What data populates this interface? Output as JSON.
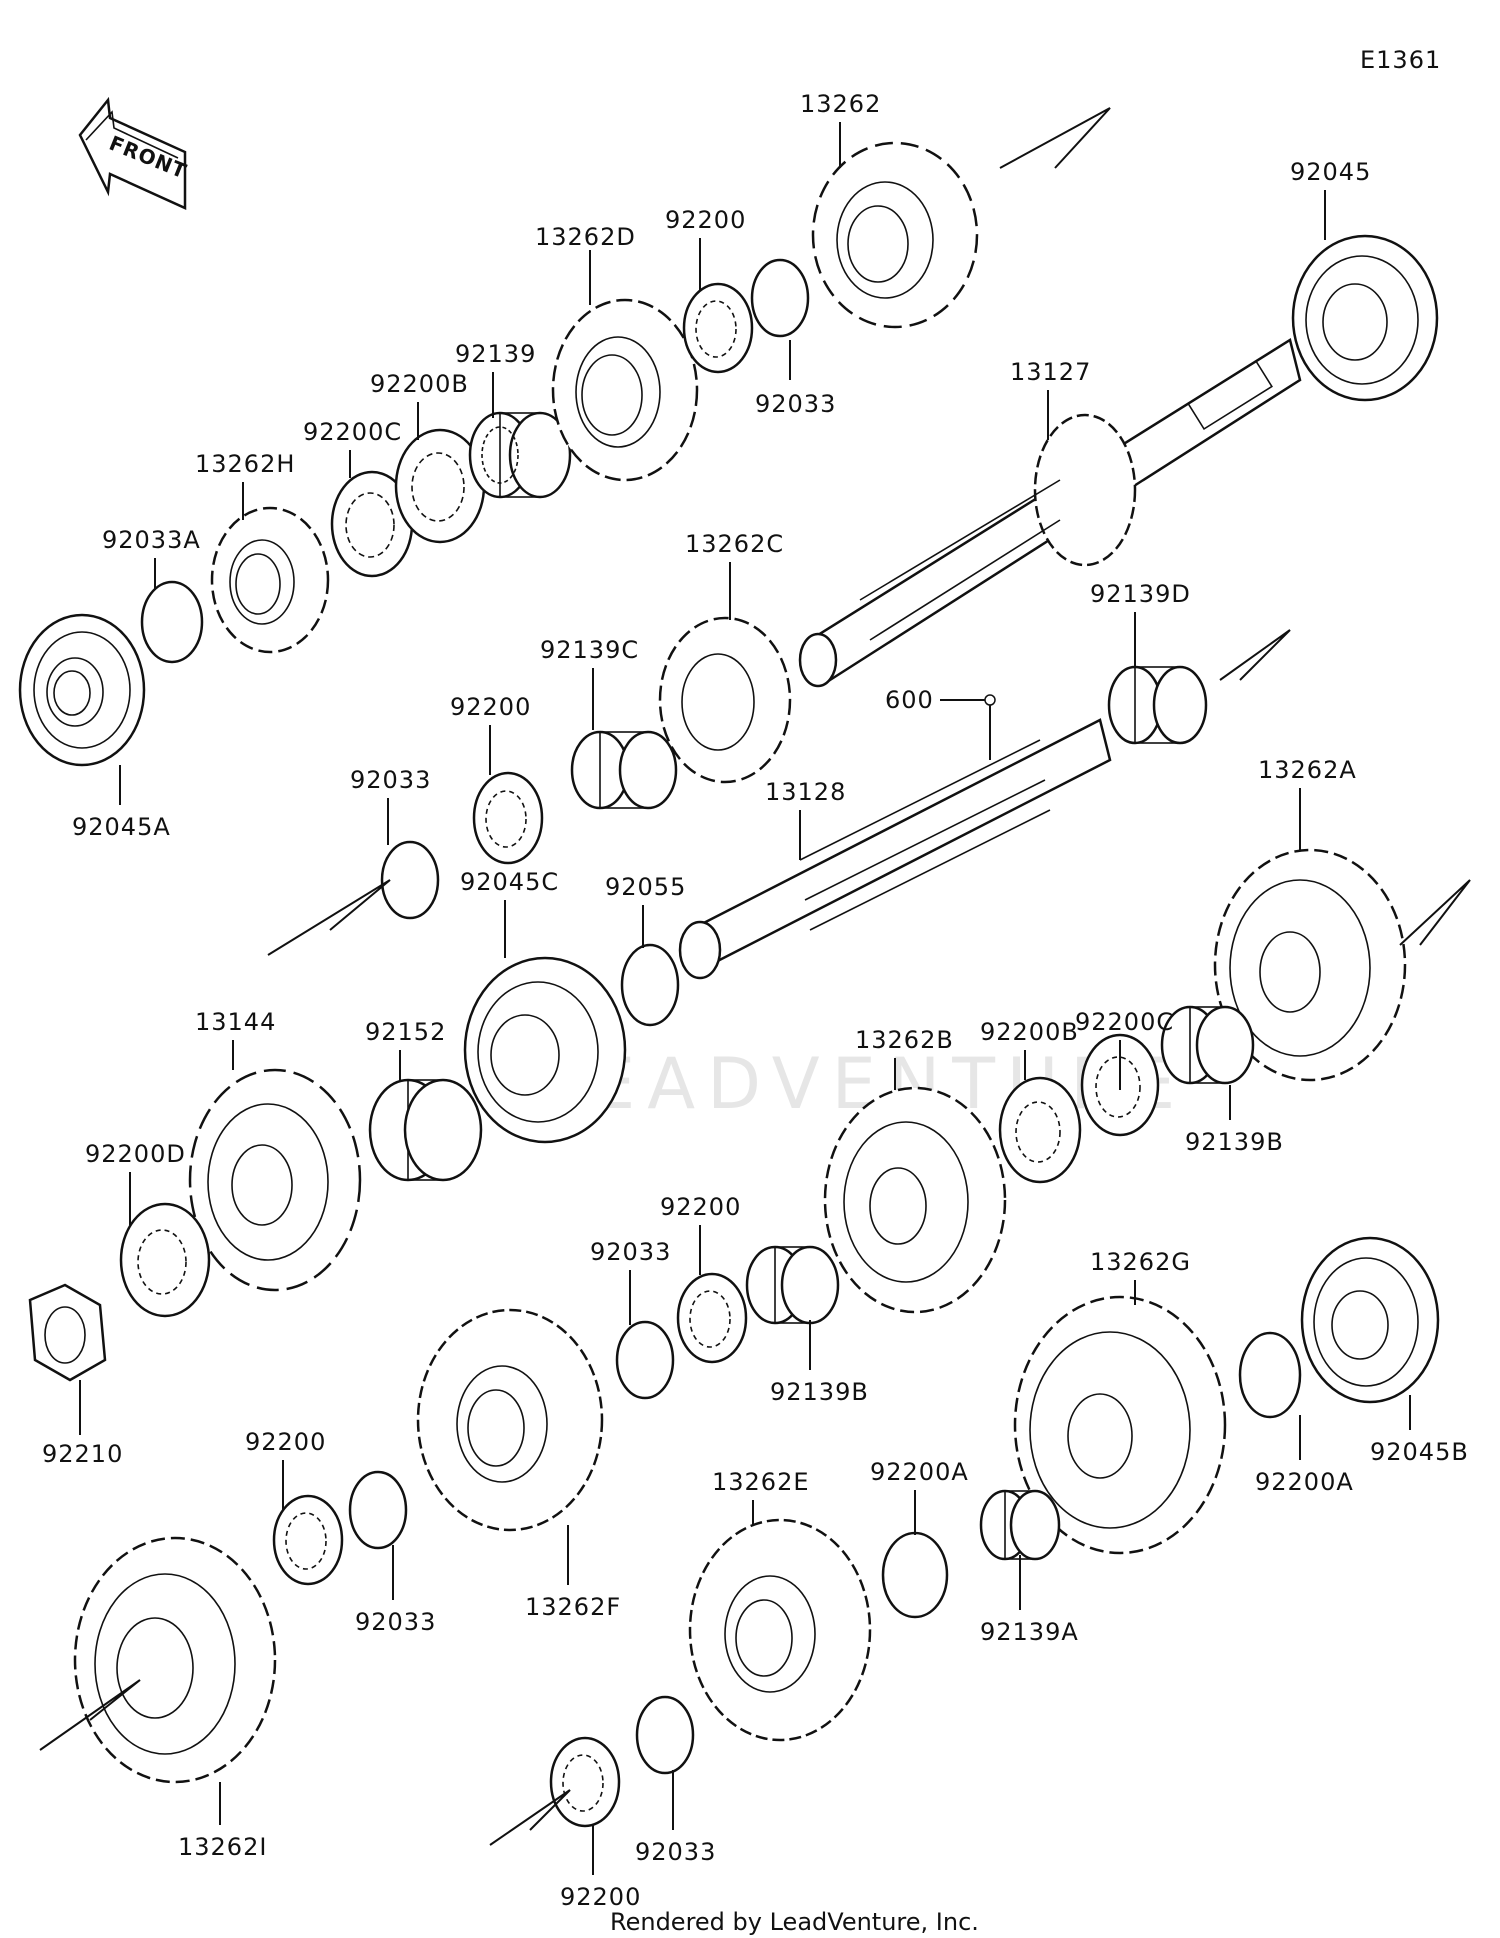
{
  "diagram_id": "E1361",
  "front_label": "FRONT",
  "watermark": "LEADVENTURE",
  "footer": "Rendered by LeadVenture, Inc.",
  "labels": {
    "p13262": "13262",
    "p92045": "92045",
    "p92200_top": "92200",
    "p13262D": "13262D",
    "p92139": "92139",
    "p92200B_top": "92200B",
    "p92200C_top": "92200C",
    "p13262H": "13262H",
    "p92033A": "92033A",
    "p92033_top": "92033",
    "p13127": "13127",
    "p13262C": "13262C",
    "p92139D": "92139D",
    "p92139C": "92139C",
    "p92200_mid": "92200",
    "p600": "600",
    "p92033_mid": "92033",
    "p13128": "13128",
    "p13262A": "13262A",
    "p92045A": "92045A",
    "p92045C": "92045C",
    "p92055": "92055",
    "p92200C_right": "92200C",
    "p92200B_right": "92200B",
    "p13262B": "13262B",
    "p13144": "13144",
    "p92152": "92152",
    "p92139B_right": "92139B",
    "p92200D": "92200D",
    "p92200_low": "92200",
    "p92033_low": "92033",
    "p13262G": "13262G",
    "p92139B_low": "92139B",
    "p92210": "92210",
    "p92200A_right": "92200A",
    "p92045B": "92045B",
    "p92200_bl": "92200",
    "p92033_bl": "92033",
    "p13262F": "13262F",
    "p13262E": "13262E",
    "p92200A_mid": "92200A",
    "p92139A": "92139A",
    "p13262I": "13262I",
    "p92033_bot": "92033",
    "p92200_bot": "92200"
  }
}
